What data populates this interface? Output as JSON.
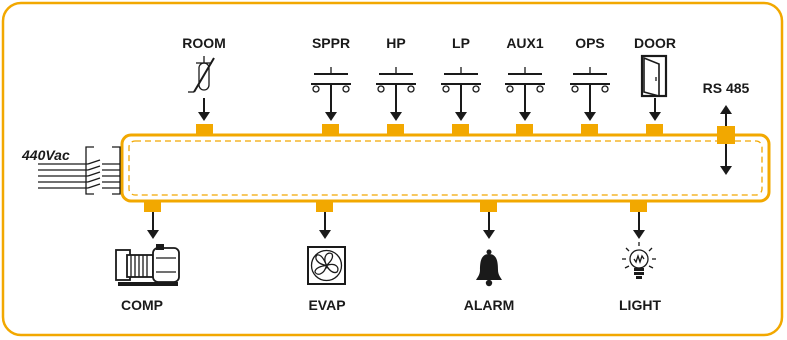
{
  "colors": {
    "frame": "#f2a800",
    "bus": "#f2a800",
    "port": "#f2a800",
    "ink": "#1a1a1a"
  },
  "power": {
    "label": "440Vac"
  },
  "comm": {
    "label": "RS 485"
  },
  "inputs": [
    {
      "label": "ROOM",
      "icon": "temperature-probe-icon"
    },
    {
      "label": "SPPR",
      "icon": "switch-contact-icon"
    },
    {
      "label": "HP",
      "icon": "switch-contact-icon"
    },
    {
      "label": "LP",
      "icon": "switch-contact-icon"
    },
    {
      "label": "AUX1",
      "icon": "switch-contact-icon"
    },
    {
      "label": "OPS",
      "icon": "switch-contact-icon"
    },
    {
      "label": "DOOR",
      "icon": "door-icon"
    }
  ],
  "outputs": [
    {
      "label": "COMP",
      "icon": "compressor-icon"
    },
    {
      "label": "EVAP",
      "icon": "fan-icon"
    },
    {
      "label": "ALARM",
      "icon": "bell-icon"
    },
    {
      "label": "LIGHT",
      "icon": "light-bulb-icon"
    }
  ]
}
